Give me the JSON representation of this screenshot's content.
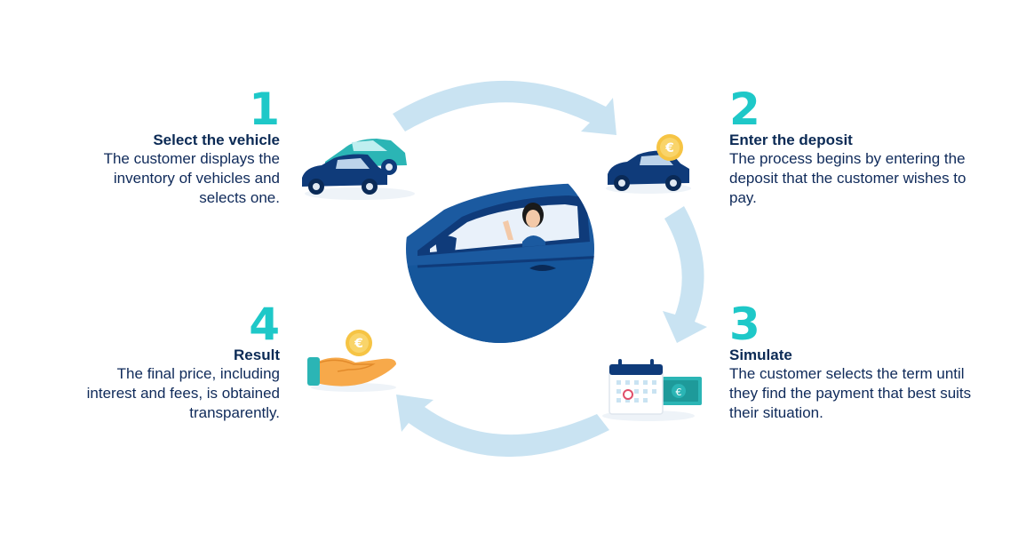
{
  "steps": [
    {
      "number": "1",
      "title": "Select the vehicle",
      "description": "The customer displays the inventory of vehicles and selects one."
    },
    {
      "number": "2",
      "title": "Enter the deposit",
      "description": "The process begins by entering the deposit that the customer wishes to pay."
    },
    {
      "number": "3",
      "title": "Simulate",
      "description": "The customer selects the term until they find the payment that best suits their situation."
    },
    {
      "number": "4",
      "title": "Result",
      "description": "The final price, including interest and fees, is obtained transparently."
    }
  ],
  "icons": {
    "step1": "cars-icon",
    "step2": "car-with-coin-icon",
    "step3": "calendar-and-banknote-icon",
    "step4": "hand-with-coin-icon",
    "center": "woman-in-car-illustration"
  },
  "currency_symbol": "€",
  "colors": {
    "accent_number": "#1ec8c8",
    "text_dark": "#0b2a55",
    "arrow": "#c9e3f2",
    "car_navy": "#0f3b7a",
    "car_teal": "#2bb5b5",
    "coin": "#f6c444"
  }
}
